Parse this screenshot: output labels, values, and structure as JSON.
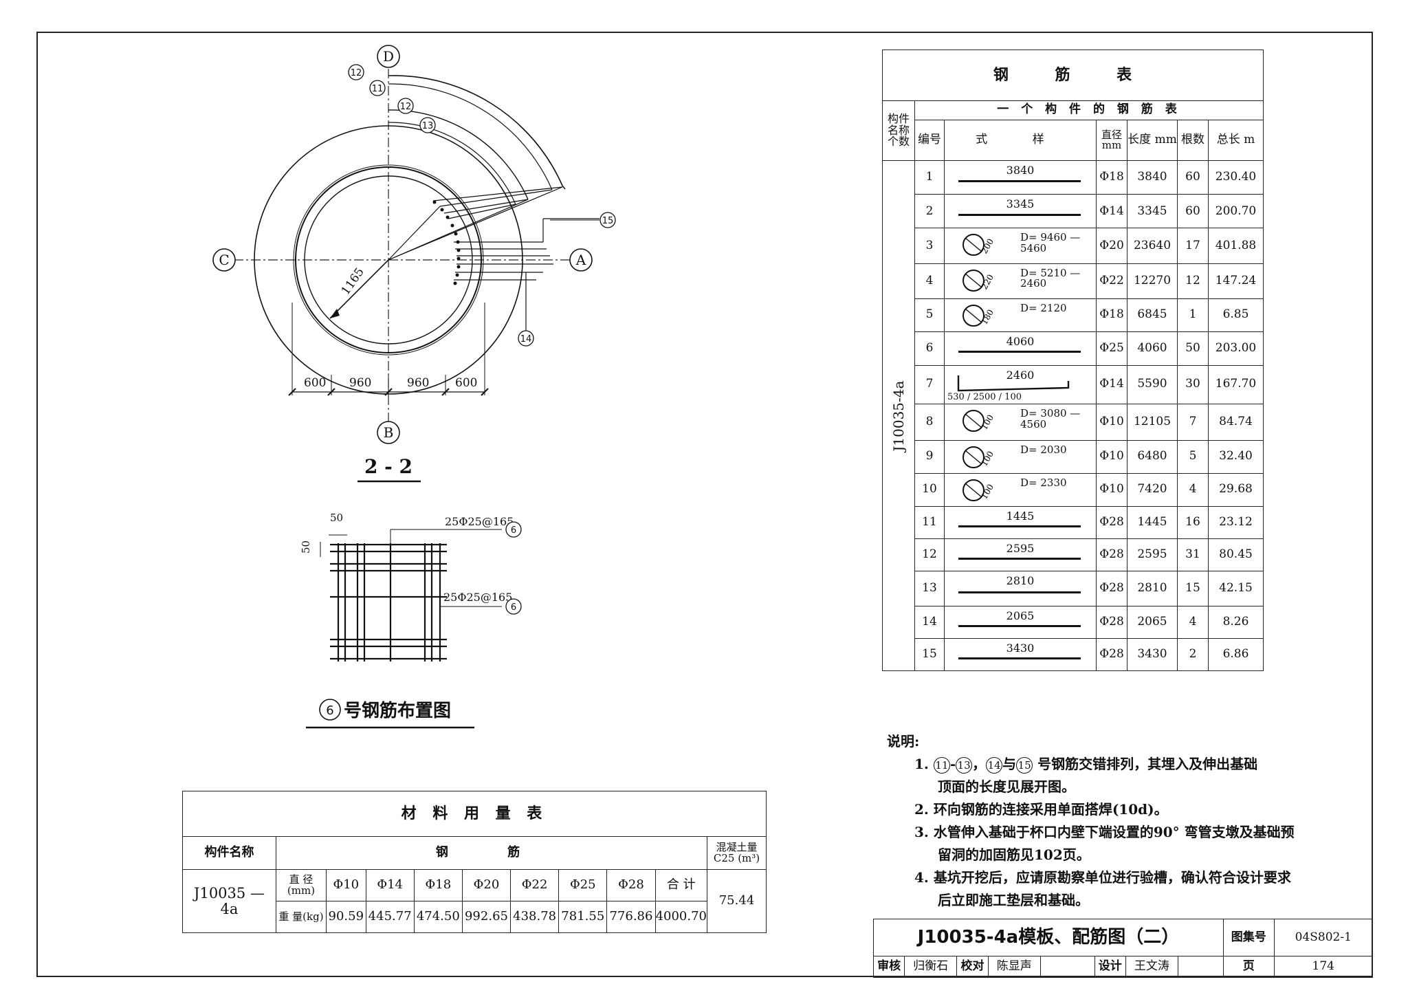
{
  "plan": {
    "axis_labels": {
      "top": "D",
      "bottom": "B",
      "left": "C",
      "right": "A"
    },
    "callouts": [
      "12",
      "11",
      "12",
      "13",
      "15",
      "14"
    ],
    "radius_dim": "1165",
    "dims": [
      "600",
      "960",
      "960",
      "600"
    ],
    "section_label": "2 - 2"
  },
  "detail6": {
    "dim_top": "50",
    "dim_left": "50",
    "callout_top": "25Φ25@165",
    "callout_mid": "25Φ25@165",
    "marker": "6",
    "title": "号钢筋布置图"
  },
  "material_table": {
    "title": "材 料 用 量 表",
    "col_name": "构件名称",
    "col_steel": "钢 筋",
    "col_concrete_1": "混凝土量",
    "col_concrete_2": "C25 (m³)",
    "row_name": "J10035 — 4a",
    "label_dia": "直 径(mm)",
    "label_wt": "重 量(kg)",
    "diameters": [
      "Φ10",
      "Φ14",
      "Φ18",
      "Φ20",
      "Φ22",
      "Φ25",
      "Φ28",
      "",
      "合 计"
    ],
    "weights": [
      "90.59",
      "445.77",
      "474.50",
      "992.65",
      "438.78",
      "781.55",
      "776.86",
      "",
      "4000.70"
    ],
    "concrete": "75.44"
  },
  "rebar_table": {
    "title": "钢 筋 表",
    "h_member": "构件名称个数",
    "h_sub": "一 个 构 件 的 钢 筋 表",
    "h_no": "编号",
    "h_shape": "式 样",
    "h_dia": "直径 mm",
    "h_len": "长度 mm",
    "h_cnt": "根数",
    "h_tot": "总长 m",
    "member": "J10035-4a",
    "rows": [
      {
        "no": "1",
        "shape": "3840",
        "dia": "Φ18",
        "len": "3840",
        "cnt": "60",
        "tot": "230.40"
      },
      {
        "no": "2",
        "shape": "3345",
        "dia": "Φ14",
        "len": "3345",
        "cnt": "60",
        "tot": "200.70"
      },
      {
        "no": "3",
        "shape": "D= 9460 — 5460",
        "ring": "200",
        "dia": "Φ20",
        "len": "23640",
        "cnt": "17",
        "tot": "401.88"
      },
      {
        "no": "4",
        "shape": "D= 5210 — 2460",
        "ring": "220",
        "dia": "Φ22",
        "len": "12270",
        "cnt": "12",
        "tot": "147.24"
      },
      {
        "no": "5",
        "shape": "D= 2120",
        "ring": "180",
        "dia": "Φ18",
        "len": "6845",
        "cnt": "1",
        "tot": "6.85"
      },
      {
        "no": "6",
        "shape": "4060",
        "dia": "Φ25",
        "len": "4060",
        "cnt": "50",
        "tot": "203.00"
      },
      {
        "no": "7",
        "shape": "2460",
        "extra": "530 / 2500 / 100",
        "dia": "Φ14",
        "len": "5590",
        "cnt": "30",
        "tot": "167.70"
      },
      {
        "no": "8",
        "shape": "D= 3080 — 4560",
        "ring": "100",
        "dia": "Φ10",
        "len": "12105",
        "cnt": "7",
        "tot": "84.74"
      },
      {
        "no": "9",
        "shape": "D= 2030",
        "ring": "100",
        "dia": "Φ10",
        "len": "6480",
        "cnt": "5",
        "tot": "32.40"
      },
      {
        "no": "10",
        "shape": "D= 2330",
        "ring": "100",
        "dia": "Φ10",
        "len": "7420",
        "cnt": "4",
        "tot": "29.68"
      },
      {
        "no": "11",
        "shape": "1445",
        "dia": "Φ28",
        "len": "1445",
        "cnt": "16",
        "tot": "23.12"
      },
      {
        "no": "12",
        "shape": "2595",
        "dia": "Φ28",
        "len": "2595",
        "cnt": "31",
        "tot": "80.45"
      },
      {
        "no": "13",
        "shape": "2810",
        "dia": "Φ28",
        "len": "2810",
        "cnt": "15",
        "tot": "42.15"
      },
      {
        "no": "14",
        "shape": "2065",
        "dia": "Φ28",
        "len": "2065",
        "cnt": "4",
        "tot": "8.26"
      },
      {
        "no": "15",
        "shape": "3430",
        "dia": "Φ28",
        "len": "3430",
        "cnt": "2",
        "tot": "6.86"
      }
    ]
  },
  "notes": {
    "heading": "说明:",
    "n1a": "1.",
    "n1_c1": "11",
    "n1_c2": "13",
    "n1_c3": "14",
    "n1_c4": "15",
    "n1_text1": "号钢筋交错排列，其埋入及伸出基础",
    "n1_text2": "顶面的长度见展开图。",
    "n2": "2. 环向钢筋的连接采用单面搭焊(10d)。",
    "n3a": "3. 水管伸入基础于杯口内壁下端设置的90° 弯管支墩及基础预",
    "n3b": "留洞的加固筋见102页。",
    "n4a": "4. 基坑开挖后，应请原勘察单位进行验槽，确认符合设计要求",
    "n4b": "后立即施工垫层和基础。"
  },
  "title_block": {
    "title": "J10035-4a模板、配筋图（二）",
    "atlas_label": "图集号",
    "atlas_no": "04S802-1",
    "review_label": "审核",
    "review_name": "归衡石",
    "check_label": "校对",
    "check_name": "陈显声",
    "design_label": "设计",
    "design_name": "王文涛",
    "page_label": "页",
    "page_no": "174"
  }
}
